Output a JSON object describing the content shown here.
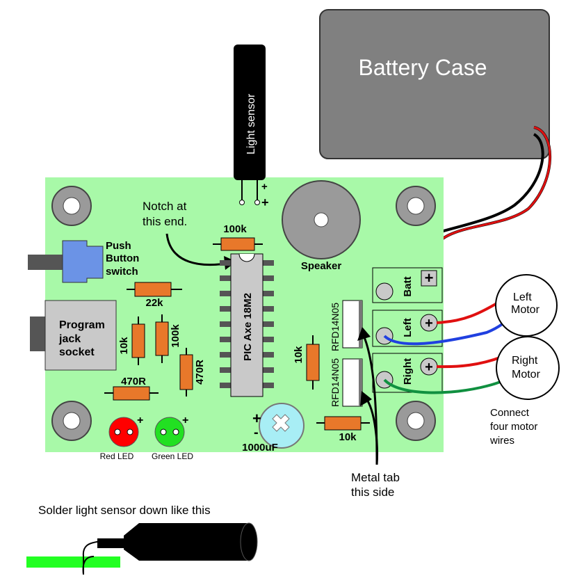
{
  "battery": {
    "title": "Battery Case"
  },
  "sensor": {
    "label": "Light sensor",
    "plus1": "+",
    "plus2": "+"
  },
  "notes": {
    "notch": [
      "Notch at",
      "this end."
    ],
    "metal_tab": [
      "Metal tab",
      "this side"
    ],
    "connect": [
      "Connect",
      "four motor",
      "wires"
    ],
    "solder": "Solder light sensor down like this"
  },
  "components": {
    "push_button": [
      "Push",
      "Button",
      "switch"
    ],
    "program_jack": [
      "Program",
      "jack",
      "socket"
    ],
    "speaker": "Speaker",
    "chip": "PIC Axe 18M2",
    "mosfet_top": "RFD14N05",
    "mosfet_bottom": "RFD14N05",
    "capacitor": "1000uF",
    "cap_plus": "+",
    "cap_minus": "-",
    "red_led": "Red LED",
    "green_led": "Green LED",
    "led_plus": "+"
  },
  "resistors": {
    "r100k_top": "100k",
    "r22k": "22k",
    "r10k_left": "10k",
    "r100k_vert": "100k",
    "r470_vert": "470R",
    "r470_horiz": "470R",
    "r10k_mid": "10k",
    "r10k_bottom": "10k"
  },
  "terminals": {
    "batt": "Batt",
    "left": "Left",
    "right": "Right"
  },
  "motors": {
    "left": [
      "Left",
      "Motor"
    ],
    "right": [
      "Right",
      "Motor"
    ]
  },
  "colors": {
    "board": "#a8f9a8",
    "resistor": "#e8782a",
    "battery": "#808080",
    "wire_red": "#e01010",
    "wire_blue": "#2040e0",
    "wire_green": "#109040"
  }
}
